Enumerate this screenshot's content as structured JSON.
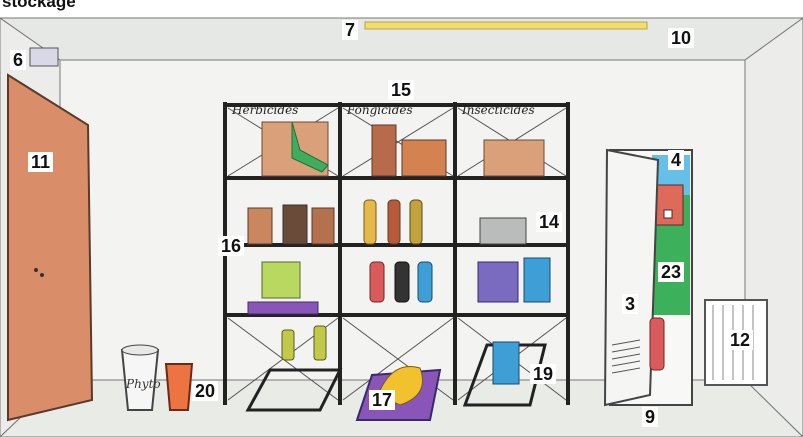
{
  "header": {
    "partial_title": "stockage"
  },
  "shelf_labels": [
    "Herbicides",
    "Fongicides",
    "Insecticides"
  ],
  "bucket_label": "Phyto",
  "callouts": {
    "n3": "3",
    "n4": "4",
    "n6": "6",
    "n7": "7",
    "n9": "9",
    "n10": "10",
    "n11": "11",
    "n12": "12",
    "n14": "14",
    "n15": "15",
    "n16": "16",
    "n17": "17",
    "n19": "19",
    "n20": "20",
    "n23": "23"
  },
  "colors": {
    "door": "#d98d68",
    "floor": "#e9ebe7",
    "wall": "#f3f4f1",
    "ceiling": "#e6e8e6",
    "ceiling_light": "#f3dd6e",
    "tray_purple": "#8a55b8",
    "extinguisher": "#d95b5b",
    "outside_blue": "#66bfe6",
    "outside_green": "#3db05c",
    "bucket_orange": "#ee7342",
    "container_green": "#b9d85f",
    "container_blue": "#3e9fd7"
  }
}
